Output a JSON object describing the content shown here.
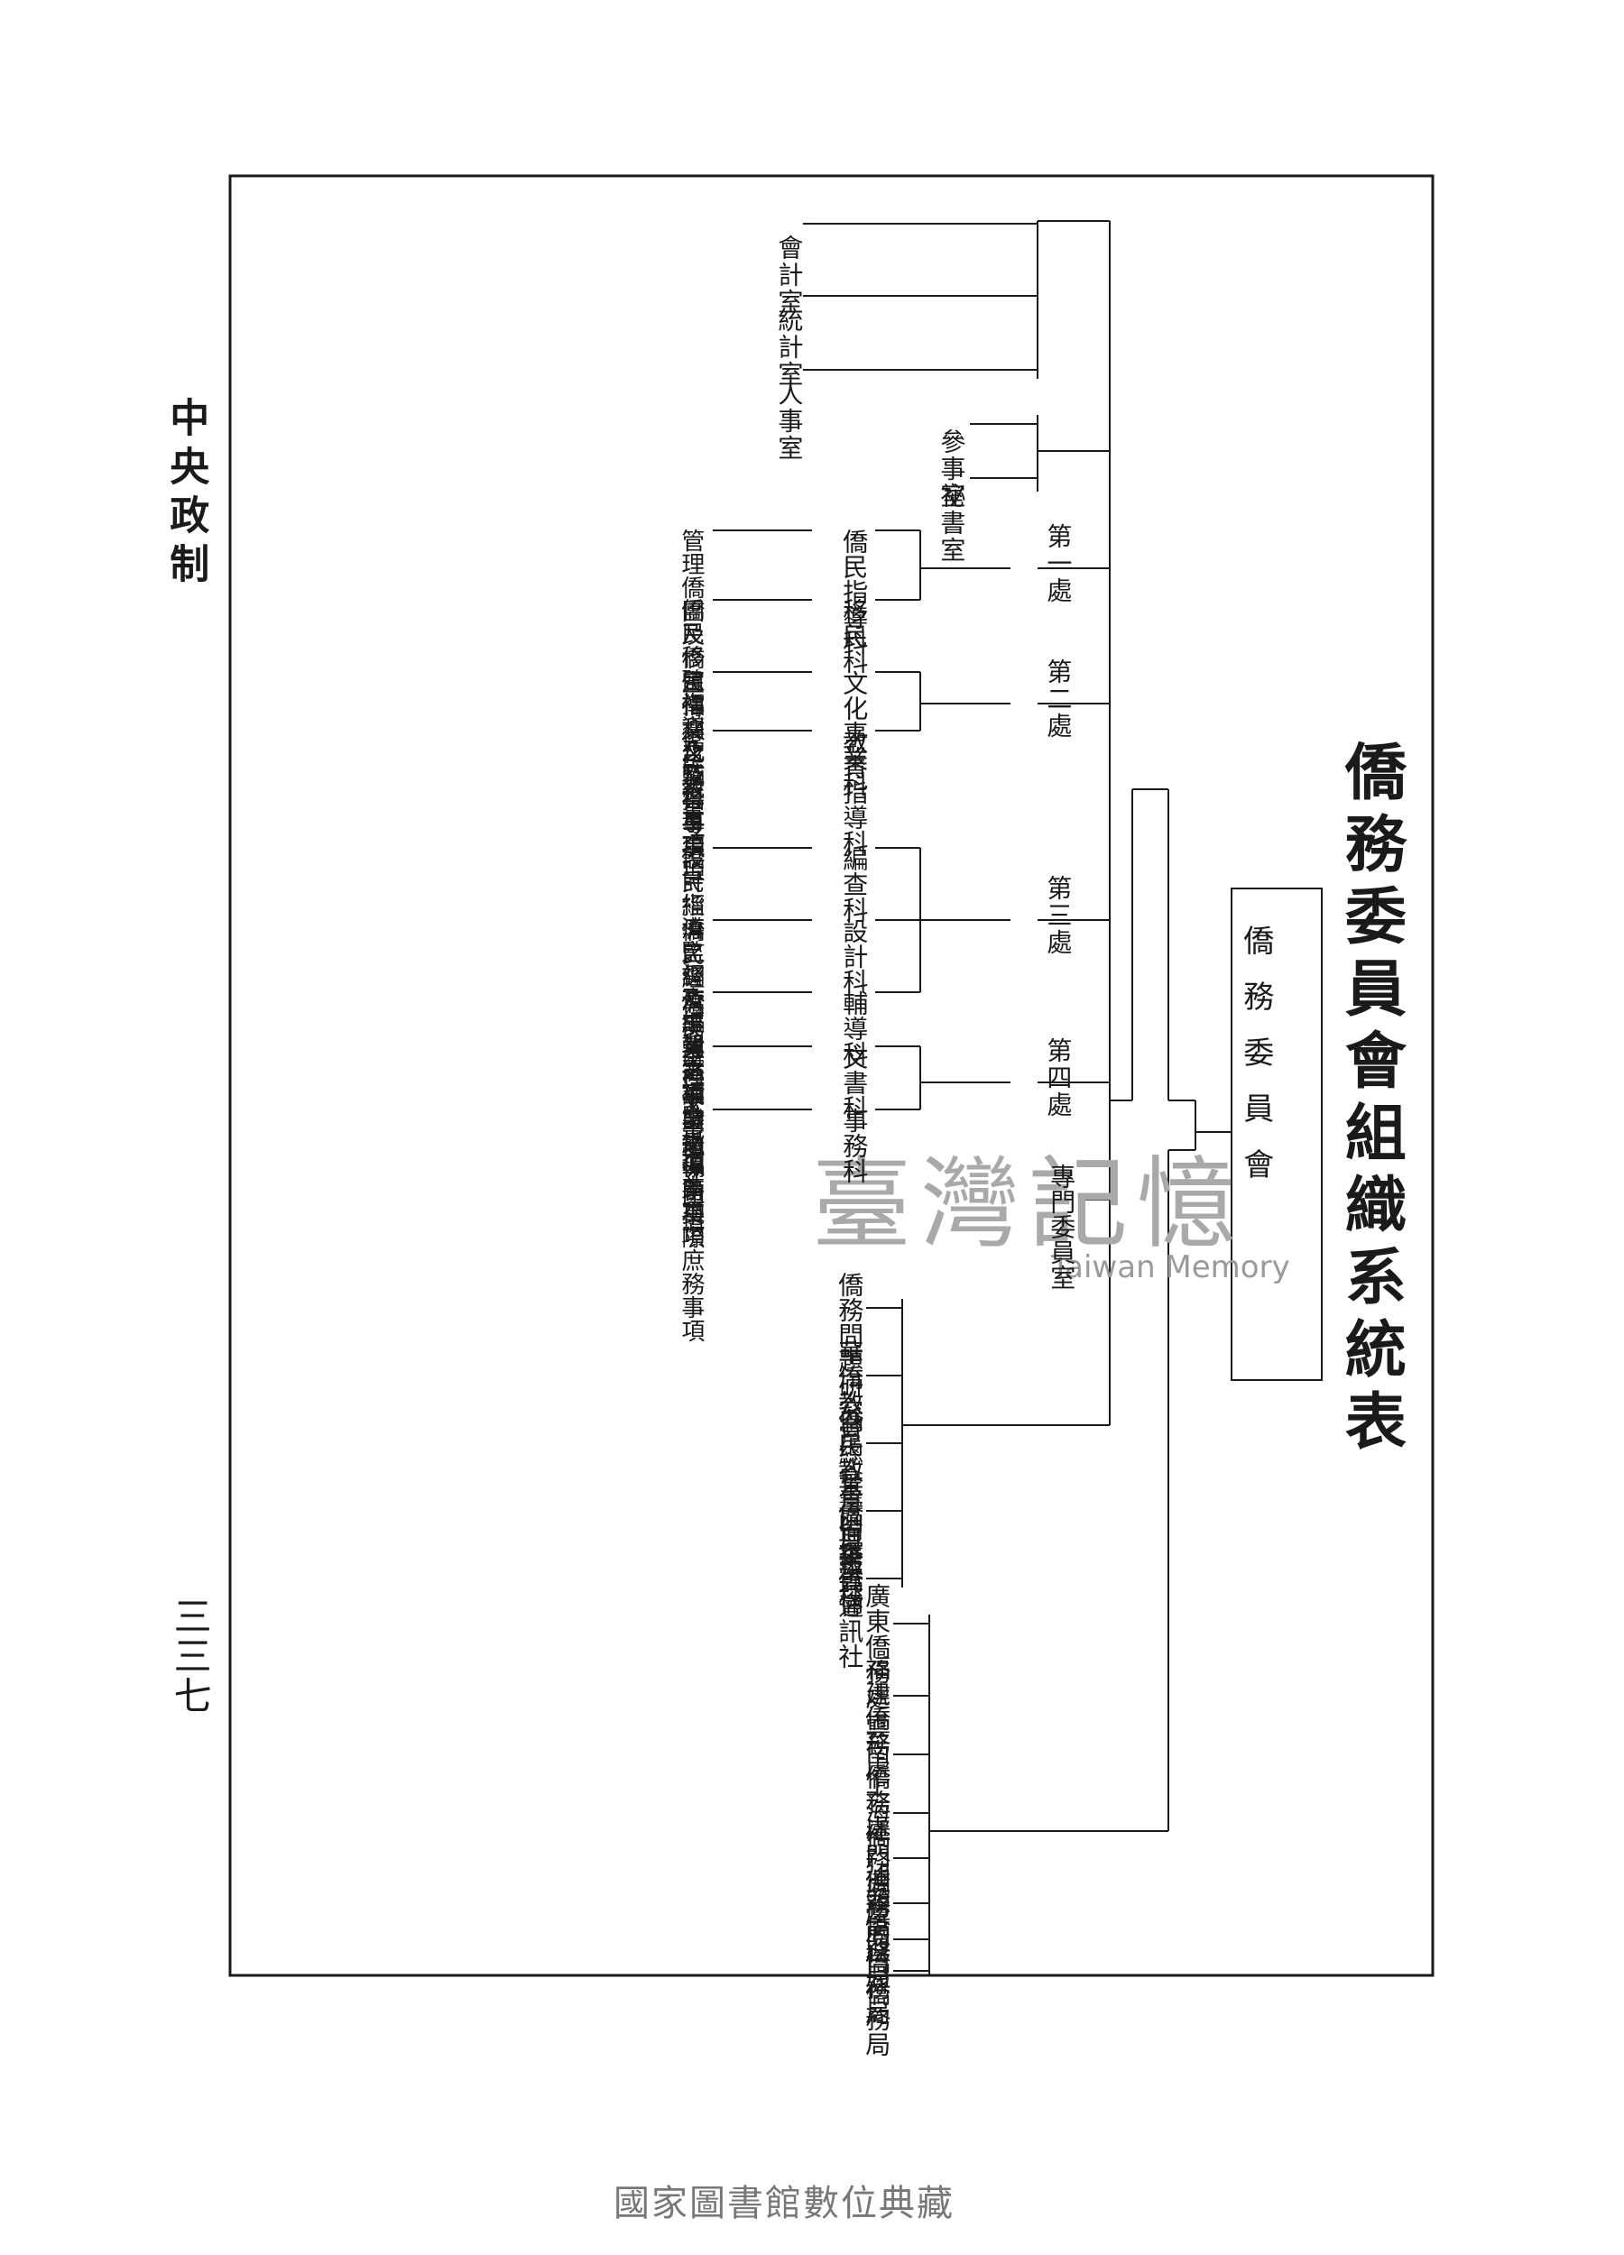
{
  "title": "僑務委員會組織系統表",
  "committee": "僑務委員會",
  "header_units": [
    "會計室",
    "統計室",
    "人事室"
  ],
  "offices": [
    {
      "name": "參事室"
    },
    {
      "name": "祕書室"
    }
  ],
  "departments": [
    {
      "name": "第一處",
      "sections": [
        {
          "name": "僑民指導科",
          "duty": "管理僑團及僑民福利之輔導事項"
        },
        {
          "name": "移民科",
          "duty": "僑民移殖指導及監督事項"
        }
      ]
    },
    {
      "name": "第二處",
      "sections": [
        {
          "name": "文化事業科",
          "duty": "宣傳文化及指導事項"
        },
        {
          "name": "教育指導科",
          "duty": "僑民教育之設計指導監督及經費之補助事項"
        }
      ]
    },
    {
      "name": "第三處",
      "sections": [
        {
          "name": "編查科",
          "duty": "僑民經濟之調查編輯事項"
        },
        {
          "name": "設計科",
          "duty": "僑民經濟事業之設計指導事項"
        },
        {
          "name": "輔導科",
          "duty": "僑民工商事業之協助事項"
        }
      ]
    },
    {
      "name": "第四處",
      "sections": [
        {
          "name": "文書科",
          "duty": "處理文書典守印信"
        },
        {
          "name": "事務科",
          "duty": "出納保管交際庶務事項"
        }
      ]
    }
  ],
  "expert_room": "專門委員室",
  "subsidiary": [
    "僑務問題研究室",
    "華僑教育總會籌備委員會",
    "僑民教育函授學校",
    "華僑月報社",
    "華僑通訊社"
  ],
  "field_offices": [
    "廣東僑務處",
    "福建僑務處",
    "雲南僑務處",
    "上海僑務處",
    "江門僑務局",
    "汕頭僑務局",
    "廈門僑務局",
    "海口僑務局"
  ],
  "side_label": "中央政制",
  "page_number": "三三七",
  "watermark": {
    "chinese": "臺灣記憶",
    "english": "Taiwan Memory"
  },
  "footer": "國家圖書館數位典藏"
}
